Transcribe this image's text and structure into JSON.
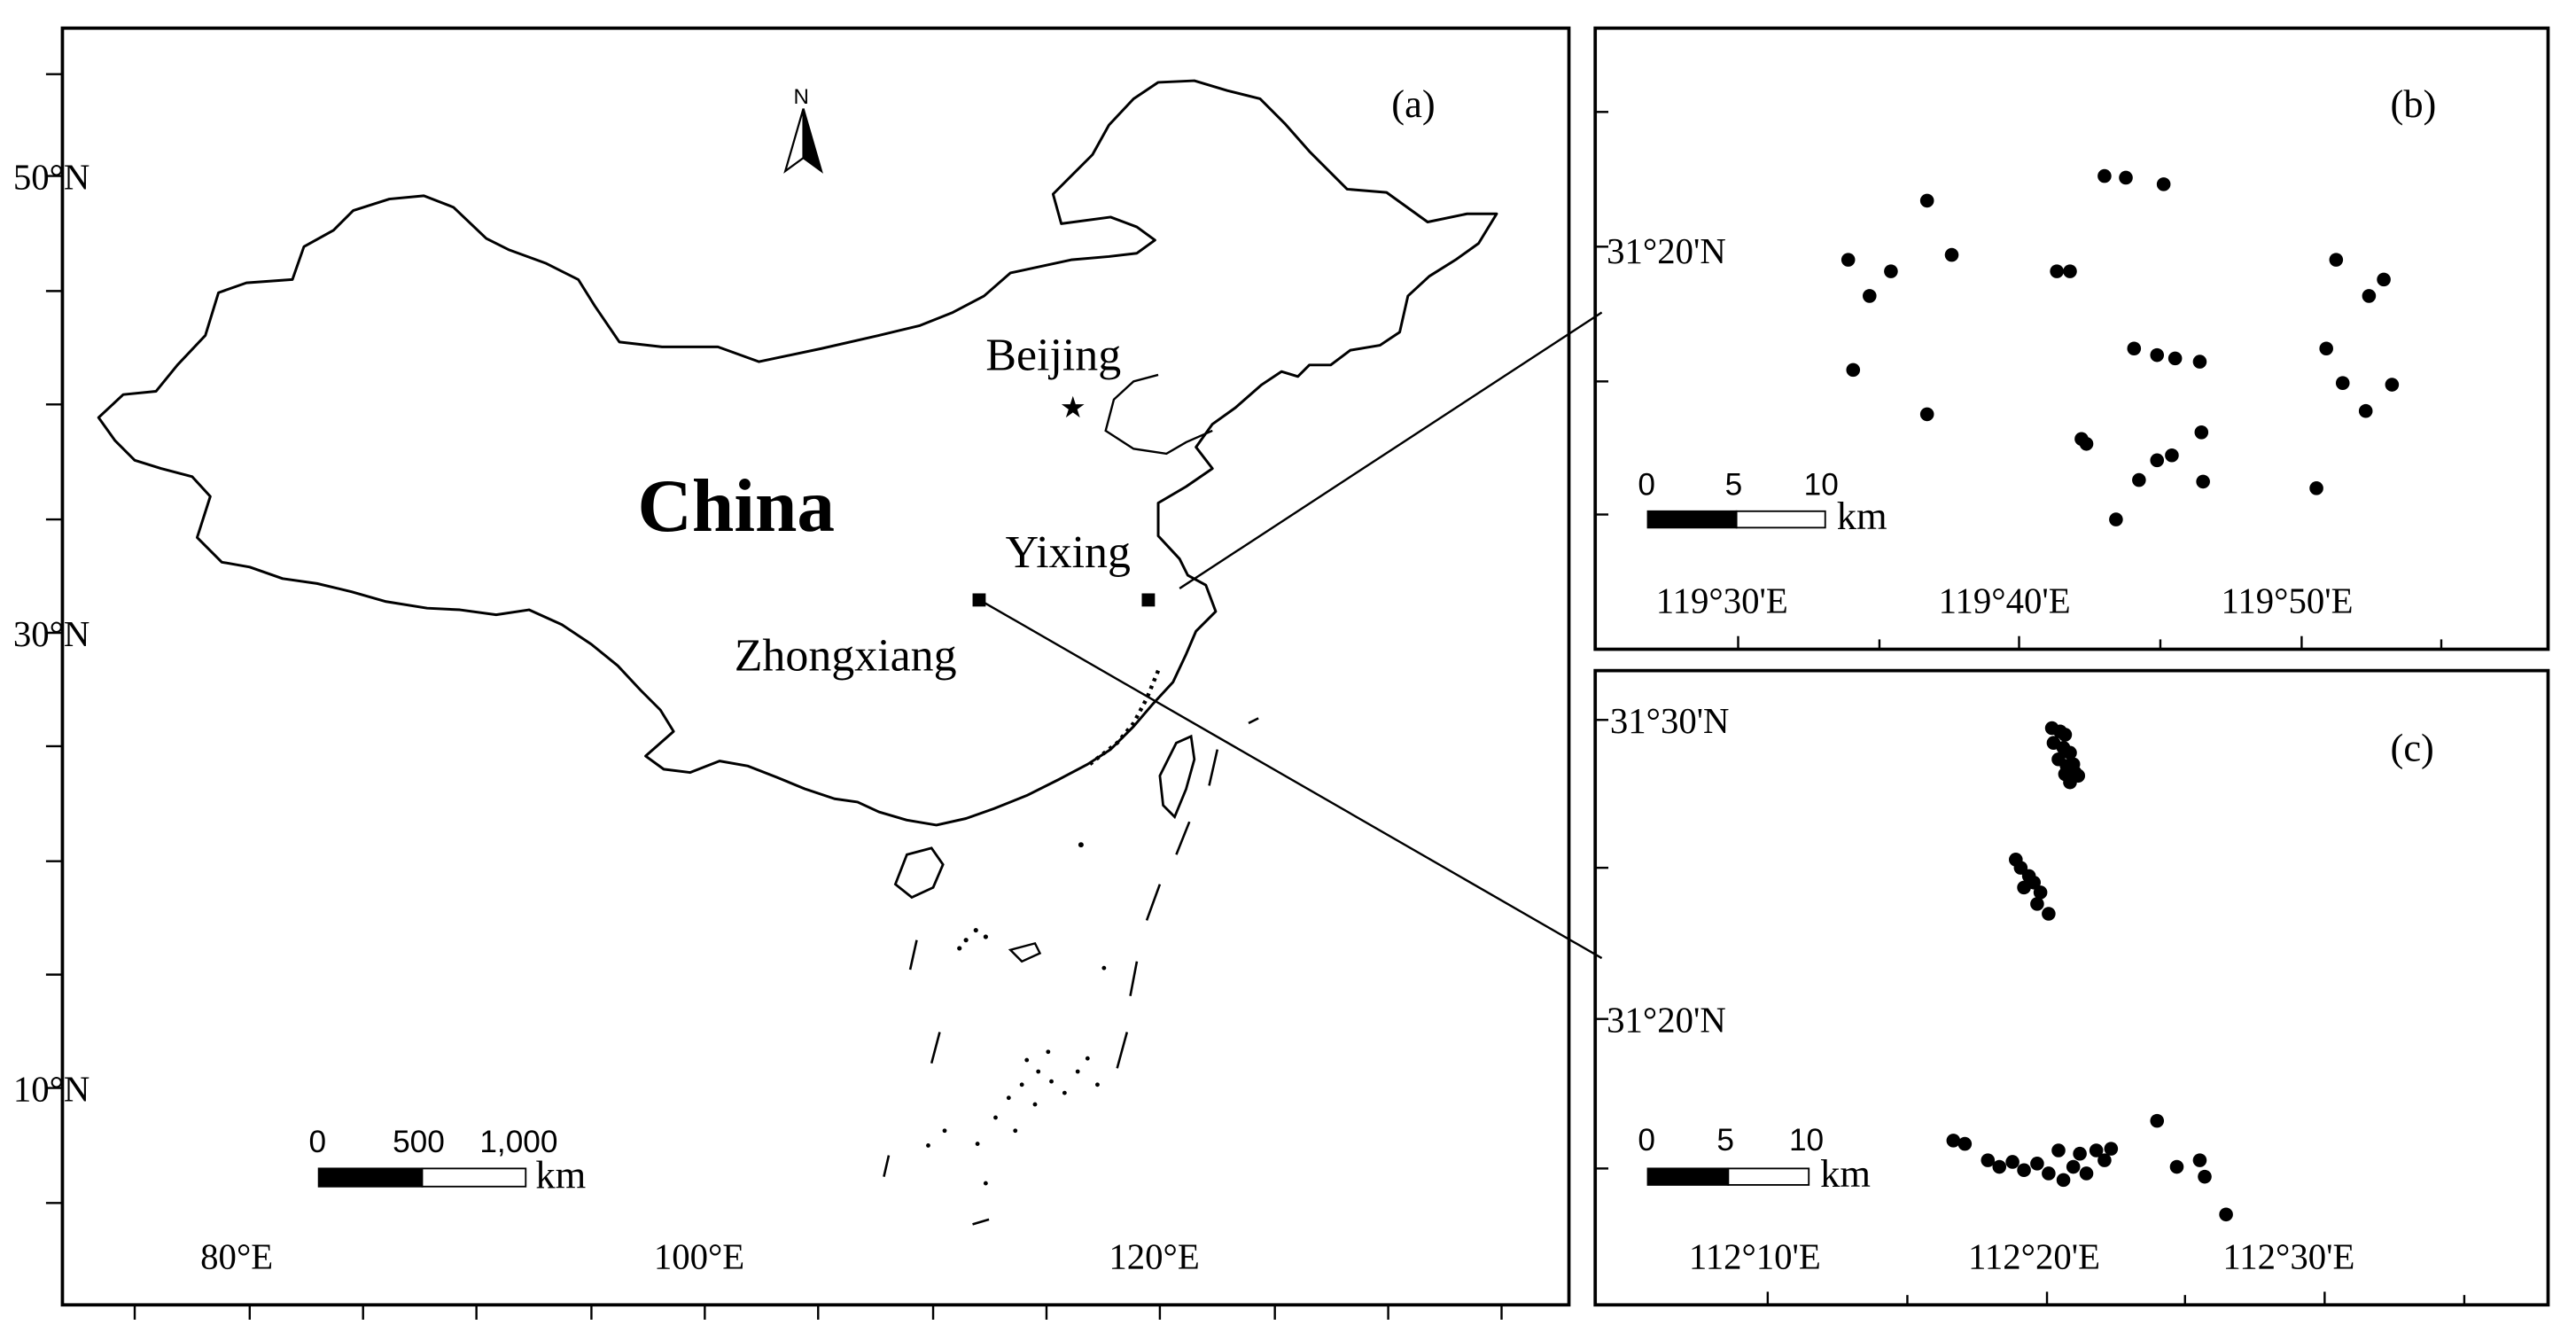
{
  "panel_a": {
    "label": "(a)",
    "north": "N",
    "country": "China",
    "places": {
      "beijing": "Beijing",
      "yixing": "Yixing",
      "zhongxiang": "Zhongxiang"
    },
    "lat_labels": [
      "50°N",
      "30°N",
      "10°N"
    ],
    "lon_labels": [
      "80°E",
      "100°E",
      "120°E"
    ],
    "scale": {
      "ticks": [
        "0",
        "500",
        "1,000"
      ],
      "unit": "km"
    }
  },
  "panel_b": {
    "label": "(b)",
    "lat_labels": [
      "31°20'N"
    ],
    "lon_labels": [
      "119°30'E",
      "119°40'E",
      "119°50'E"
    ],
    "scale": {
      "ticks": [
        "0",
        "5",
        "10"
      ],
      "unit": "km"
    },
    "sites": [
      [
        1125,
        158
      ],
      [
        1138,
        180
      ],
      [
        1151,
        165
      ],
      [
        1173,
        122
      ],
      [
        1188,
        155
      ],
      [
        1128,
        225
      ],
      [
        1173,
        252
      ],
      [
        1252,
        165
      ],
      [
        1260,
        165
      ],
      [
        1281,
        107
      ],
      [
        1294,
        108
      ],
      [
        1317,
        112
      ],
      [
        1299,
        212
      ],
      [
        1313,
        216
      ],
      [
        1324,
        218
      ],
      [
        1339,
        220
      ],
      [
        1267,
        267
      ],
      [
        1270,
        270
      ],
      [
        1302,
        292
      ],
      [
        1313,
        280
      ],
      [
        1322,
        277
      ],
      [
        1340,
        263
      ],
      [
        1341,
        293
      ],
      [
        1288,
        316
      ],
      [
        1422,
        158
      ],
      [
        1451,
        170
      ],
      [
        1442,
        180
      ],
      [
        1416,
        212
      ],
      [
        1426,
        233
      ],
      [
        1440,
        250
      ],
      [
        1456,
        234
      ],
      [
        1410,
        297
      ]
    ]
  },
  "panel_c": {
    "label": "(c)",
    "lat_labels": [
      "31°30'N",
      "31°20'N"
    ],
    "lon_labels": [
      "112°10'E",
      "112°20'E",
      "112°30'E"
    ],
    "scale": {
      "ticks": [
        "0",
        "5",
        "10"
      ],
      "unit": "km"
    },
    "sites": [
      [
        1249,
        443
      ],
      [
        1254,
        445
      ],
      [
        1257,
        447
      ],
      [
        1250,
        452
      ],
      [
        1256,
        455
      ],
      [
        1260,
        458
      ],
      [
        1253,
        462
      ],
      [
        1258,
        466
      ],
      [
        1262,
        465
      ],
      [
        1257,
        471
      ],
      [
        1263,
        470
      ],
      [
        1260,
        476
      ],
      [
        1265,
        472
      ],
      [
        1227,
        523
      ],
      [
        1230,
        528
      ],
      [
        1235,
        533
      ],
      [
        1238,
        537
      ],
      [
        1232,
        540
      ],
      [
        1242,
        543
      ],
      [
        1240,
        550
      ],
      [
        1247,
        556
      ],
      [
        1189,
        694
      ],
      [
        1196,
        696
      ],
      [
        1210,
        706
      ],
      [
        1217,
        710
      ],
      [
        1225,
        707
      ],
      [
        1232,
        712
      ],
      [
        1240,
        708
      ],
      [
        1247,
        714
      ],
      [
        1253,
        700
      ],
      [
        1256,
        718
      ],
      [
        1262,
        710
      ],
      [
        1266,
        702
      ],
      [
        1270,
        714
      ],
      [
        1276,
        700
      ],
      [
        1281,
        706
      ],
      [
        1285,
        699
      ],
      [
        1313,
        682
      ],
      [
        1325,
        710
      ],
      [
        1339,
        706
      ],
      [
        1342,
        716
      ],
      [
        1355,
        739
      ]
    ]
  }
}
